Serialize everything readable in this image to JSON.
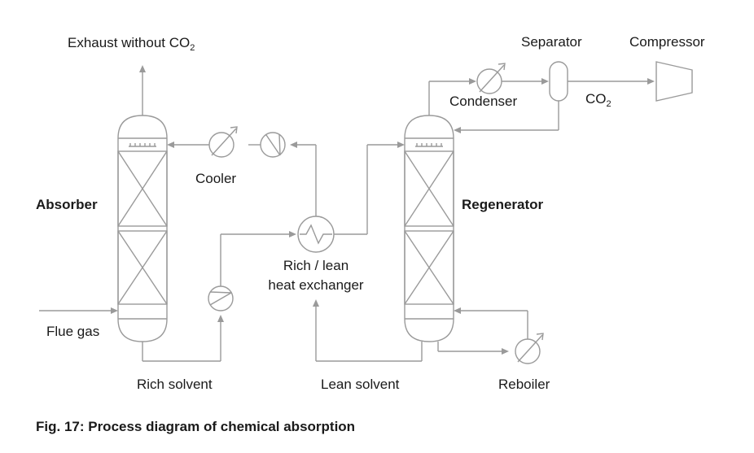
{
  "labels": {
    "exhaust": "Exhaust without CO",
    "exhaust_sub": "2",
    "absorber": "Absorber",
    "regenerator": "Regenerator",
    "cooler": "Cooler",
    "condenser": "Condenser",
    "separator": "Separator",
    "compressor": "Compressor",
    "co2": "CO",
    "co2_sub": "2",
    "flue_gas": "Flue gas",
    "rich_solvent": "Rich solvent",
    "lean_solvent": "Lean solvent",
    "reboiler": "Reboiler",
    "heat_exchanger_line1": "Rich / lean",
    "heat_exchanger_line2": "heat exchanger"
  },
  "caption": "Fig. 17: Process diagram of chemical absorption",
  "colors": {
    "line": "#9a9a9a",
    "text": "#1a1a1a",
    "background": "#ffffff"
  }
}
